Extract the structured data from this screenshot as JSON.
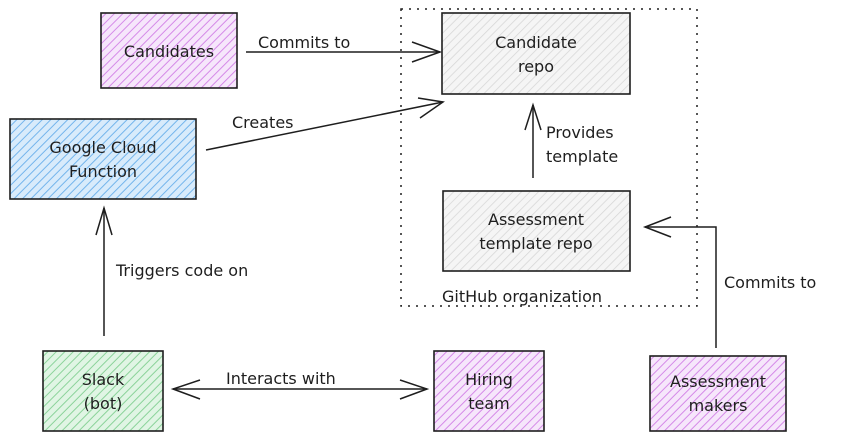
{
  "diagram": {
    "nodes": [
      {
        "id": "candidates",
        "lines": [
          "Candidates"
        ],
        "fill": "purple"
      },
      {
        "id": "candidate_repo",
        "lines": [
          "Candidate",
          "repo"
        ],
        "fill": "gray"
      },
      {
        "id": "gcf",
        "lines": [
          "Google Cloud",
          "Function"
        ],
        "fill": "blue"
      },
      {
        "id": "assessment_template_repo",
        "lines": [
          "Assessment",
          "template repo"
        ],
        "fill": "gray"
      },
      {
        "id": "slack",
        "lines": [
          "Slack",
          "(bot)"
        ],
        "fill": "green"
      },
      {
        "id": "hiring_team",
        "lines": [
          "Hiring",
          "team"
        ],
        "fill": "purple"
      },
      {
        "id": "assessment_makers",
        "lines": [
          "Assessment",
          "makers"
        ],
        "fill": "purple"
      }
    ],
    "edges": [
      {
        "from": "candidates",
        "to": "candidate_repo",
        "label": "Commits to"
      },
      {
        "from": "gcf",
        "to": "candidate_repo",
        "label": "Creates"
      },
      {
        "from": "assessment_template_repo",
        "to": "candidate_repo",
        "label_lines": [
          "Provides",
          "template"
        ]
      },
      {
        "from": "slack",
        "to": "gcf",
        "label": "Triggers code on"
      },
      {
        "from": "slack",
        "to": "hiring_team",
        "label": "Interacts with",
        "bidirectional": true
      },
      {
        "from": "assessment_makers",
        "to": "assessment_template_repo",
        "label": "Commits to"
      }
    ],
    "group": {
      "label": "GitHub organization"
    },
    "colors": {
      "purple": "#be4bdb",
      "gray": "#adb5bd",
      "blue": "#228be6",
      "green": "#40c057",
      "stroke": "#1e1e1e"
    }
  }
}
